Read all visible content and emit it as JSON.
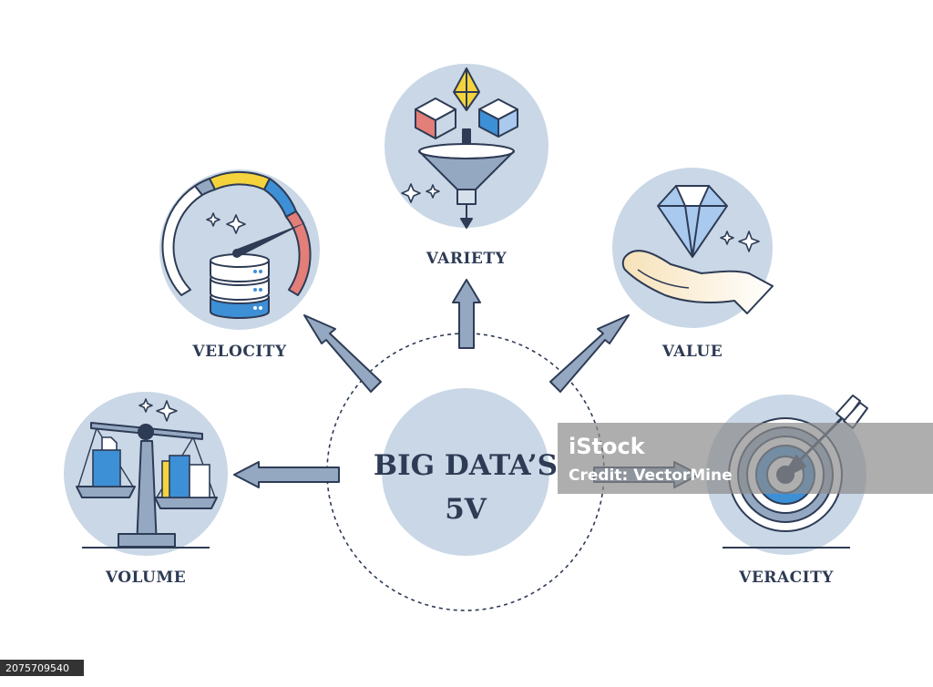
{
  "center": {
    "line1": "BIG DATA’S",
    "line2": "5V"
  },
  "nodes": {
    "variety": "VARIETY",
    "velocity": "VELOCITY",
    "value": "VALUE",
    "volume": "VOLUME",
    "veracity": "VERACITY"
  },
  "watermark": {
    "brand": "iStock",
    "credit": "Credit: VectorMine"
  },
  "image_id": "2075709540",
  "colors": {
    "circle_fill": "#c9d7e6",
    "outline": "#2e3b55",
    "arrow_fill": "#95a8c2",
    "accent_blue": "#3d8fd6",
    "accent_yellow": "#f5d33c",
    "accent_red": "#e37e78"
  }
}
